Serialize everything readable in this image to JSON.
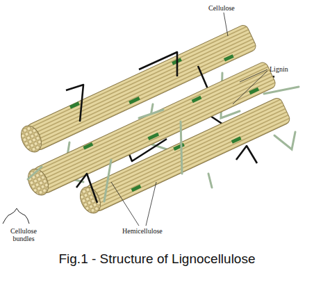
{
  "diagram": {
    "caption": "Fig.1 - Structure of Lignocellulose",
    "labels": [
      "Cellulose",
      "Lignin",
      "Hemicellulose",
      "Cellulose bundles"
    ]
  }
}
